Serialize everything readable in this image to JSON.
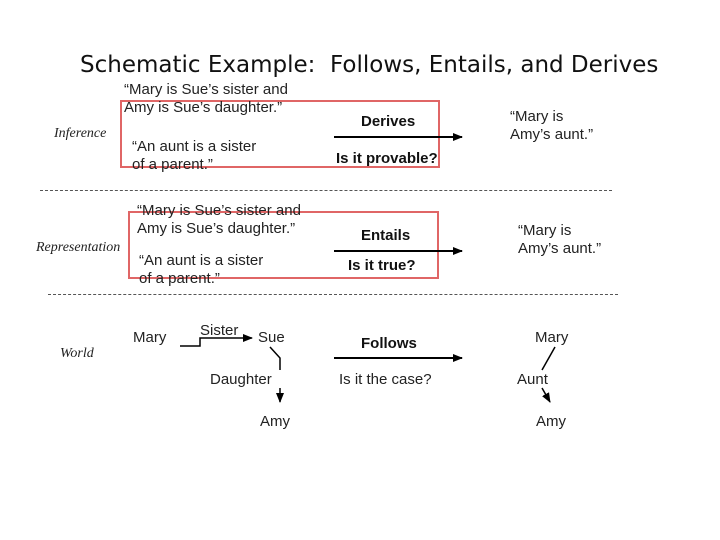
{
  "title": "Schematic Example:  Follows, Entails, and Derives",
  "colors": {
    "box_border": "#e06666",
    "arrow": "#000000",
    "text": "#222222"
  },
  "inference": {
    "label": "Inference",
    "premise1": "“Mary is Sue’s sister and\nAmy is Sue’s daughter.”",
    "premise2": "“An aunt is a sister\nof a parent.”",
    "relation": "Derives",
    "question": "Is it provable?",
    "conclusion": "“Mary is\nAmy’s aunt.”"
  },
  "representation": {
    "label": "Representation",
    "premise1": "“Mary is Sue’s sister and\nAmy is Sue’s daughter.”",
    "premise2": "“An aunt is a sister\nof a parent.”",
    "relation": "Entails",
    "question": "Is it true?",
    "conclusion": "“Mary is\nAmy’s aunt.”"
  },
  "world": {
    "label": "World",
    "left": {
      "mary": "Mary",
      "sister": "Sister",
      "sue": "Sue",
      "daughter": "Daughter",
      "amy": "Amy"
    },
    "relation": "Follows",
    "question": "Is it the case?",
    "right": {
      "mary": "Mary",
      "aunt": "Aunt",
      "amy": "Amy"
    }
  }
}
